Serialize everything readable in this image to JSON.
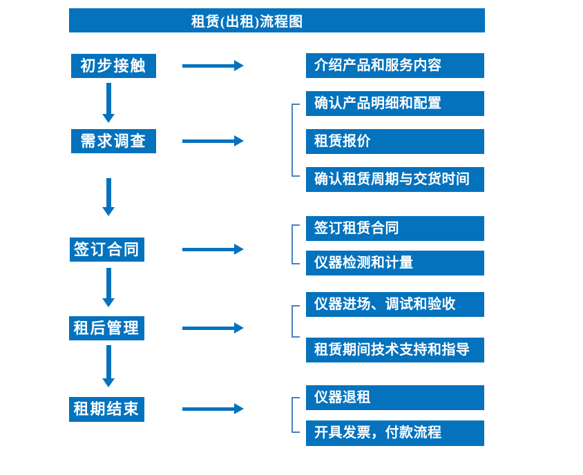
{
  "title": "租赁(出租)流程图",
  "steps": [
    {
      "label": "初步接触",
      "details": [
        "介绍产品和服务内容"
      ]
    },
    {
      "label": "需求调查",
      "details": [
        "确认产品明细和配置",
        "租赁报价",
        "确认租赁周期与交货时间"
      ]
    },
    {
      "label": "签订合同",
      "details": [
        "签订租赁合同",
        "仪器检测和计量"
      ]
    },
    {
      "label": "租后管理",
      "details": [
        "仪器进场、调试和验收",
        "租赁期间技术支持和指导"
      ]
    },
    {
      "label": "租期结束",
      "details": [
        "仪器退租",
        "开具发票，付款流程"
      ]
    }
  ],
  "colors": {
    "accent": "#0472bd",
    "bracket": "#4a7fb9",
    "box-text": "#ffffff",
    "bg": "#ffffff"
  }
}
